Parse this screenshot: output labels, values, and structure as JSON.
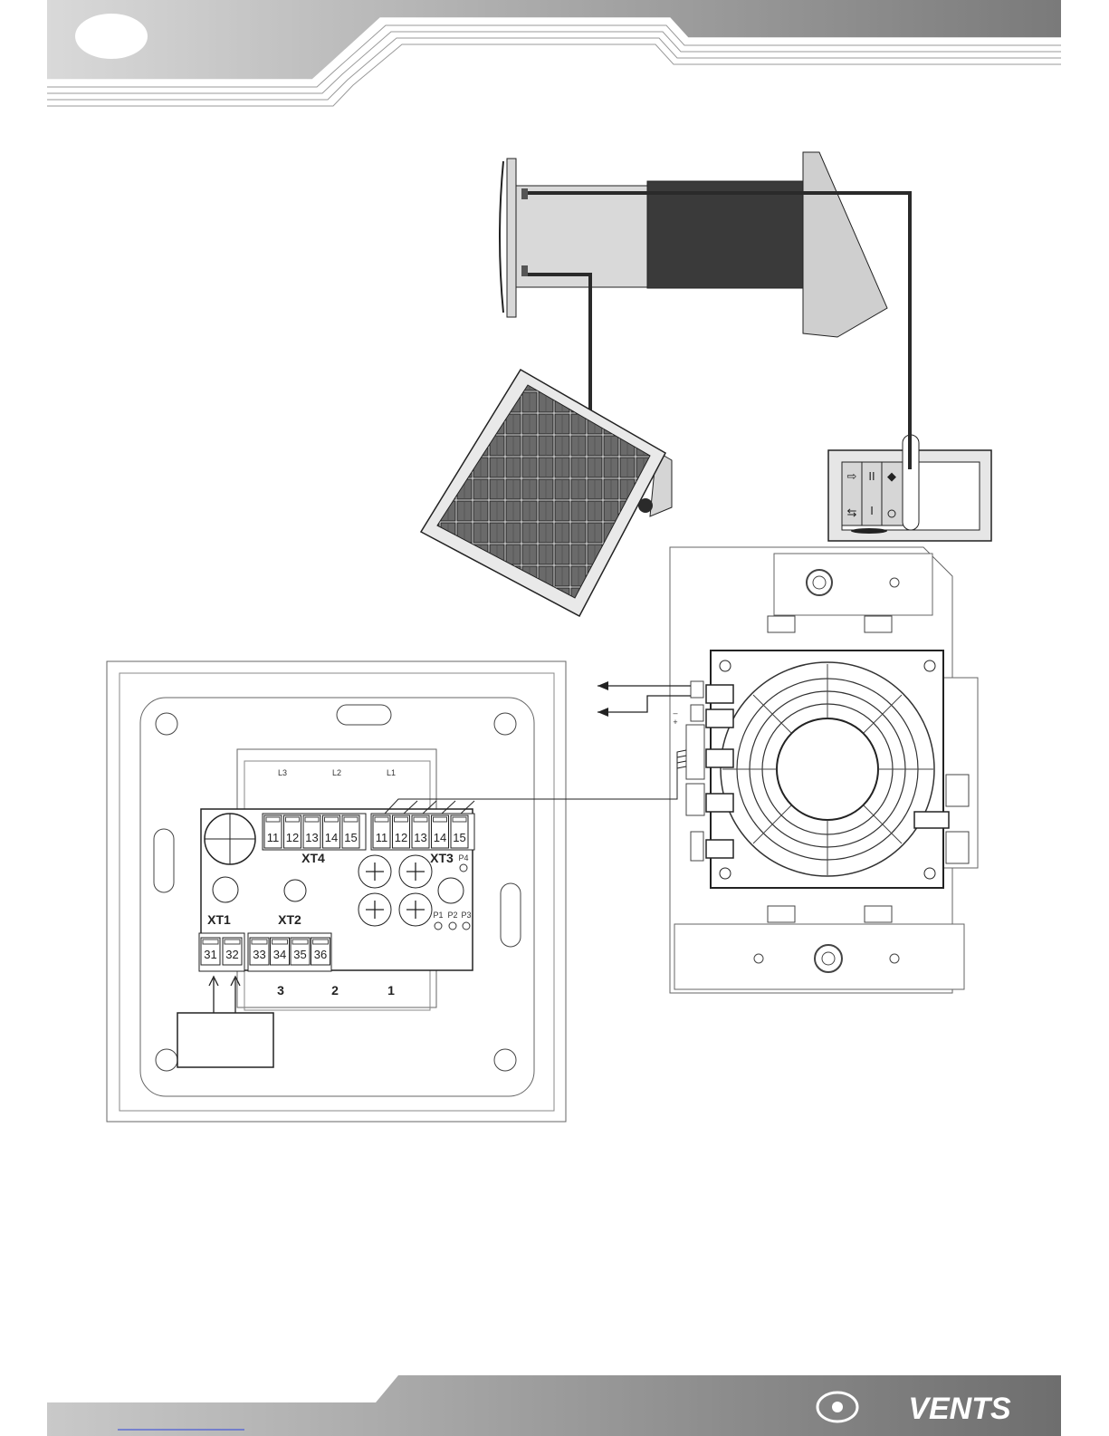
{
  "brand": {
    "name": "VENTS"
  },
  "controller": {
    "lamp_labels": [
      "L3",
      "L2",
      "L1"
    ],
    "xt4": {
      "label": "XT4",
      "terminals": [
        "11",
        "12",
        "13",
        "14",
        "15"
      ]
    },
    "xt3": {
      "label": "XT3",
      "terminals": [
        "11",
        "12",
        "13",
        "14",
        "15"
      ]
    },
    "xt1": {
      "label": "XT1",
      "terminals": [
        "31",
        "32"
      ]
    },
    "xt2": {
      "label": "XT2",
      "terminals": [
        "33",
        "34",
        "35",
        "36"
      ]
    },
    "indicators": {
      "p4": "P4",
      "p1": "P1",
      "p2": "P2",
      "p3": "P3"
    },
    "speed_labels": [
      "3",
      "2",
      "1"
    ]
  },
  "fan_board": {
    "polarity_minus": "–",
    "polarity_plus": "+"
  },
  "switch_panel": {
    "symbols": [
      "II",
      "I"
    ]
  },
  "colors": {
    "dark": "#3a3a3a",
    "gray": "#cfcfcf",
    "line": "#1e1e1e"
  }
}
